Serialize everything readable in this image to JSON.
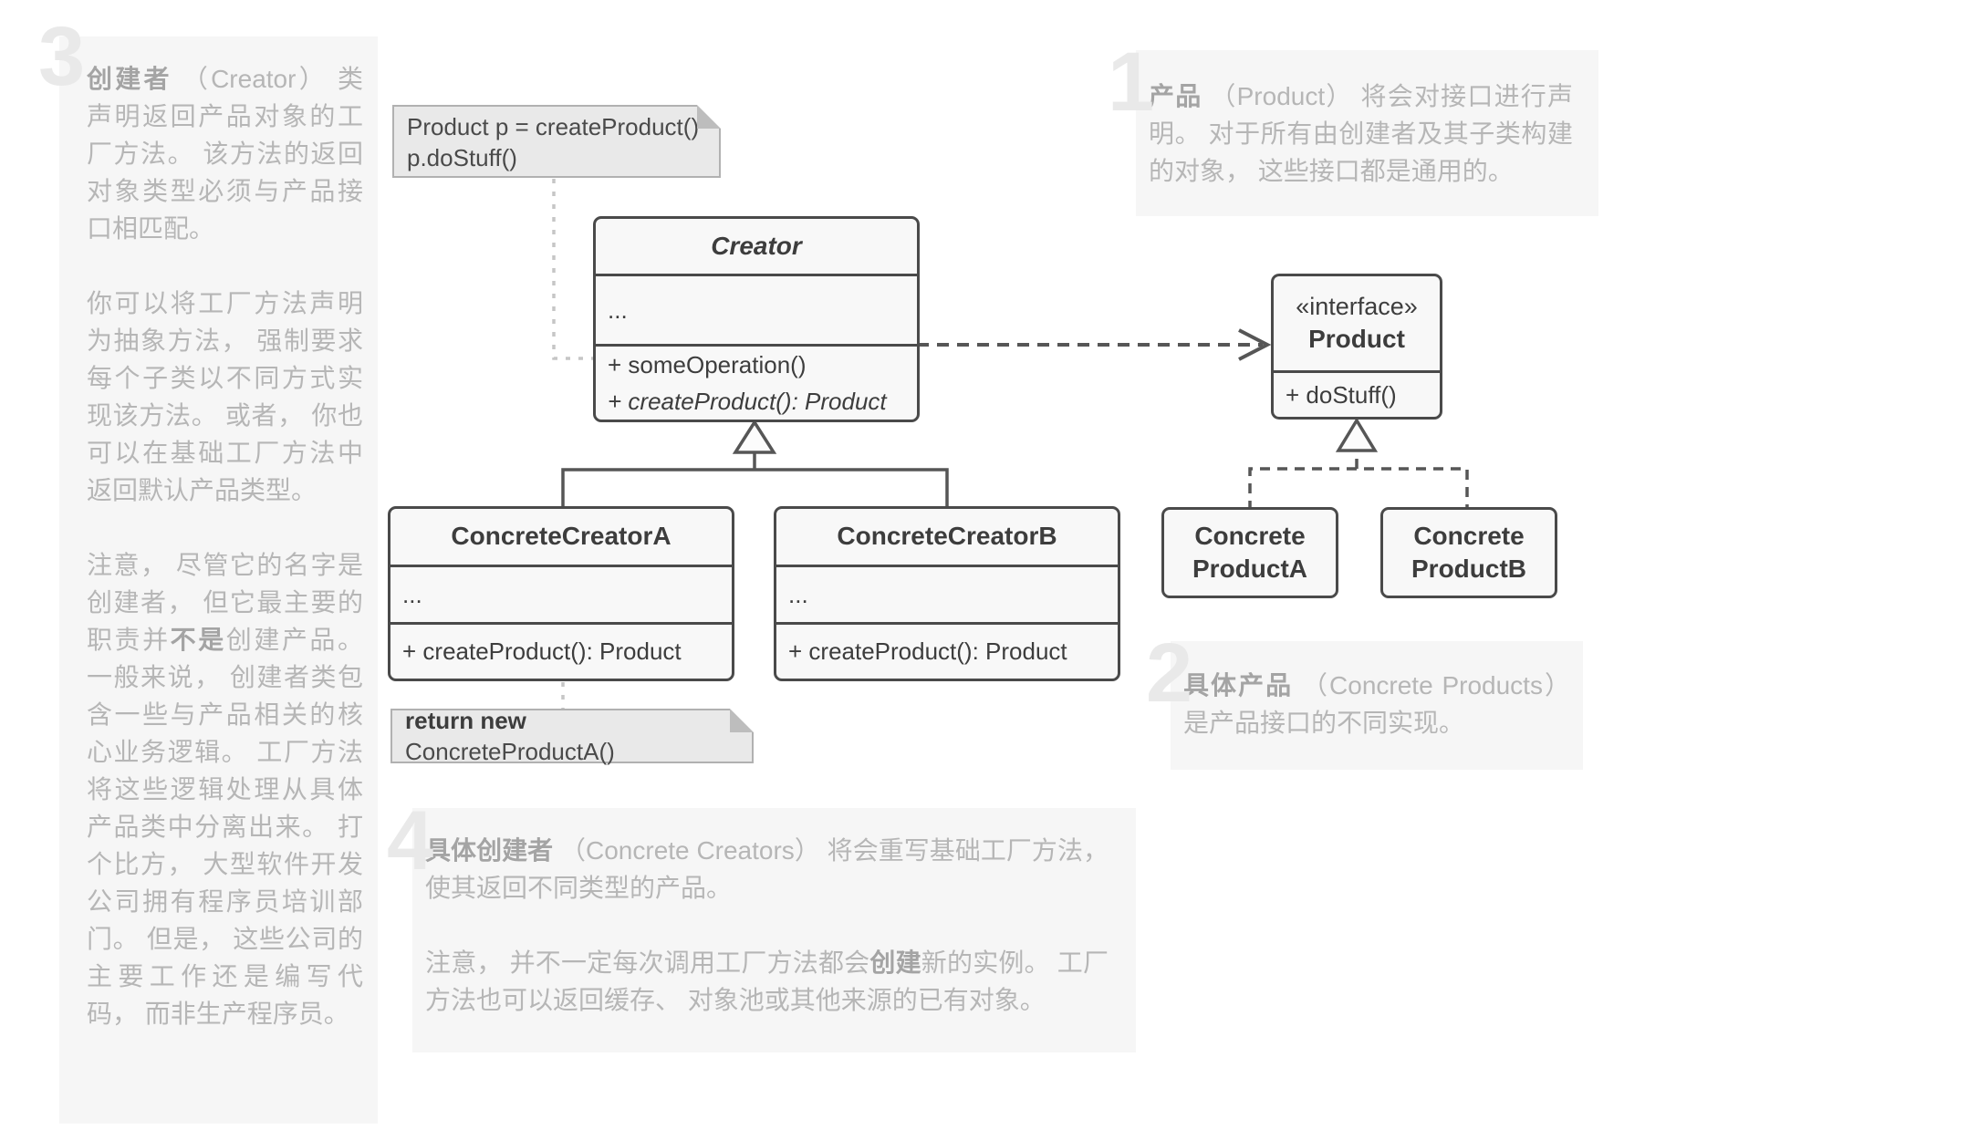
{
  "diagram_title": "Factory Method pattern structure (UML)",
  "colors": {
    "page_bg": "#ffffff",
    "panel_bg": "#f6f6f6",
    "numeral": "#e9e9e9",
    "annotation_text": "#b6b6b6",
    "annotation_bold": "#a4a4a4",
    "box_bg": "#f8f8f8",
    "box_border": "#4a4a4a",
    "box_text": "#3d3d3d",
    "note_bg": "#e9e9e9",
    "note_border": "#b1b1b1",
    "connector_dark": "#565656",
    "connector_light": "#c6c6c6"
  },
  "annotations": {
    "a1": {
      "number": "1",
      "bold": "产品",
      "rest": " （Product） 将会对接口进行声明。 对于所有由创建者及其子类构建的对象， 这些接口都是通用的。"
    },
    "a2": {
      "number": "2",
      "bold": "具体产品",
      "rest": " （Concrete Products） 是产品接口的不同实现。"
    },
    "a3": {
      "number": "3",
      "p1_bold": "创建者",
      "p1_rest": " （Creator） 类声明返回产品对象的工厂方法。 该方法的返回对象类型必须与产品接口相匹配。",
      "p2": "你可以将工厂方法声明为抽象方法， 强制要求每个子类以不同方式实现该方法。 或者， 你也可以在基础工厂方法中返回默认产品类型。",
      "p3_before": "注意， 尽管它的名字是创建者， 但它最主要的职责并",
      "p3_bold": "不是",
      "p3_after": "创建产品。 一般来说， 创建者类包含一些与产品相关的核心业务逻辑。 工厂方法将这些逻辑处理从具体产品类中分离出来。 打个比方， 大型软件开发公司拥有程序员培训部门。 但是， 这些公司的主要工作还是编写代码， 而非生产程序员。"
    },
    "a4": {
      "number": "4",
      "p1_bold": "具体创建者",
      "p1_rest": " （Concrete Creators） 将会重写基础工厂方法， 使其返回不同类型的产品。",
      "p2_before": "注意， 并不一定每次调用工厂方法都会",
      "p2_bold": "创建",
      "p2_after": "新的实例。 工厂方法也可以返回缓存、 对象池或其他来源的已有对象。"
    }
  },
  "notes": {
    "client_code": {
      "line1": "Product p = createProduct()",
      "line2": "p.doStuff()"
    },
    "return_note": {
      "bold": "return new",
      "rest": " ConcreteProductA()"
    }
  },
  "classes": {
    "creator": {
      "title": "Creator",
      "attrs": "...",
      "method1": "+ someOperation()",
      "method2": "+ createProduct(): Product"
    },
    "product": {
      "stereotype": "«interface»",
      "title": "Product",
      "method1": "+ doStuff()"
    },
    "concrete_creator_a": {
      "title": "ConcreteCreatorA",
      "attrs": "...",
      "method1": "+ createProduct(): Product"
    },
    "concrete_creator_b": {
      "title": "ConcreteCreatorB",
      "attrs": "...",
      "method1": "+ createProduct(): Product"
    },
    "concrete_product_a": {
      "title": "Concrete ProductA"
    },
    "concrete_product_b": {
      "title": "Concrete ProductB"
    }
  }
}
